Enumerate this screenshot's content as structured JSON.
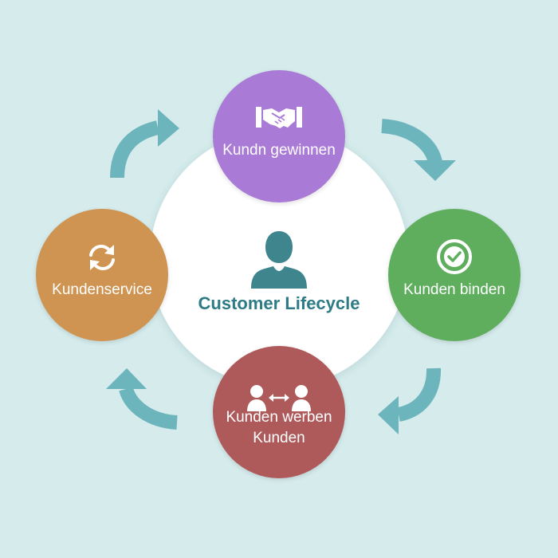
{
  "center": {
    "title": "Customer Lifecycle",
    "icon": "person-icon"
  },
  "steps": [
    {
      "label": "Kundn gewinnen",
      "icon": "handshake-icon",
      "color": "#a97ad6"
    },
    {
      "label": "Kunden binden",
      "icon": "check-circle-icon",
      "color": "#5eae5e"
    },
    {
      "label_line1": "Kunden werben",
      "label_line2": "Kunden",
      "icon": "user-exchange-icon",
      "color": "#ae5a5a"
    },
    {
      "label": "Kundenservice",
      "icon": "refresh-icon",
      "color": "#cf9452"
    }
  ],
  "colors": {
    "background": "#d5ebec",
    "arrow": "#6db5bd",
    "center_text": "#2d7b85",
    "center_icon": "#3f858d"
  }
}
